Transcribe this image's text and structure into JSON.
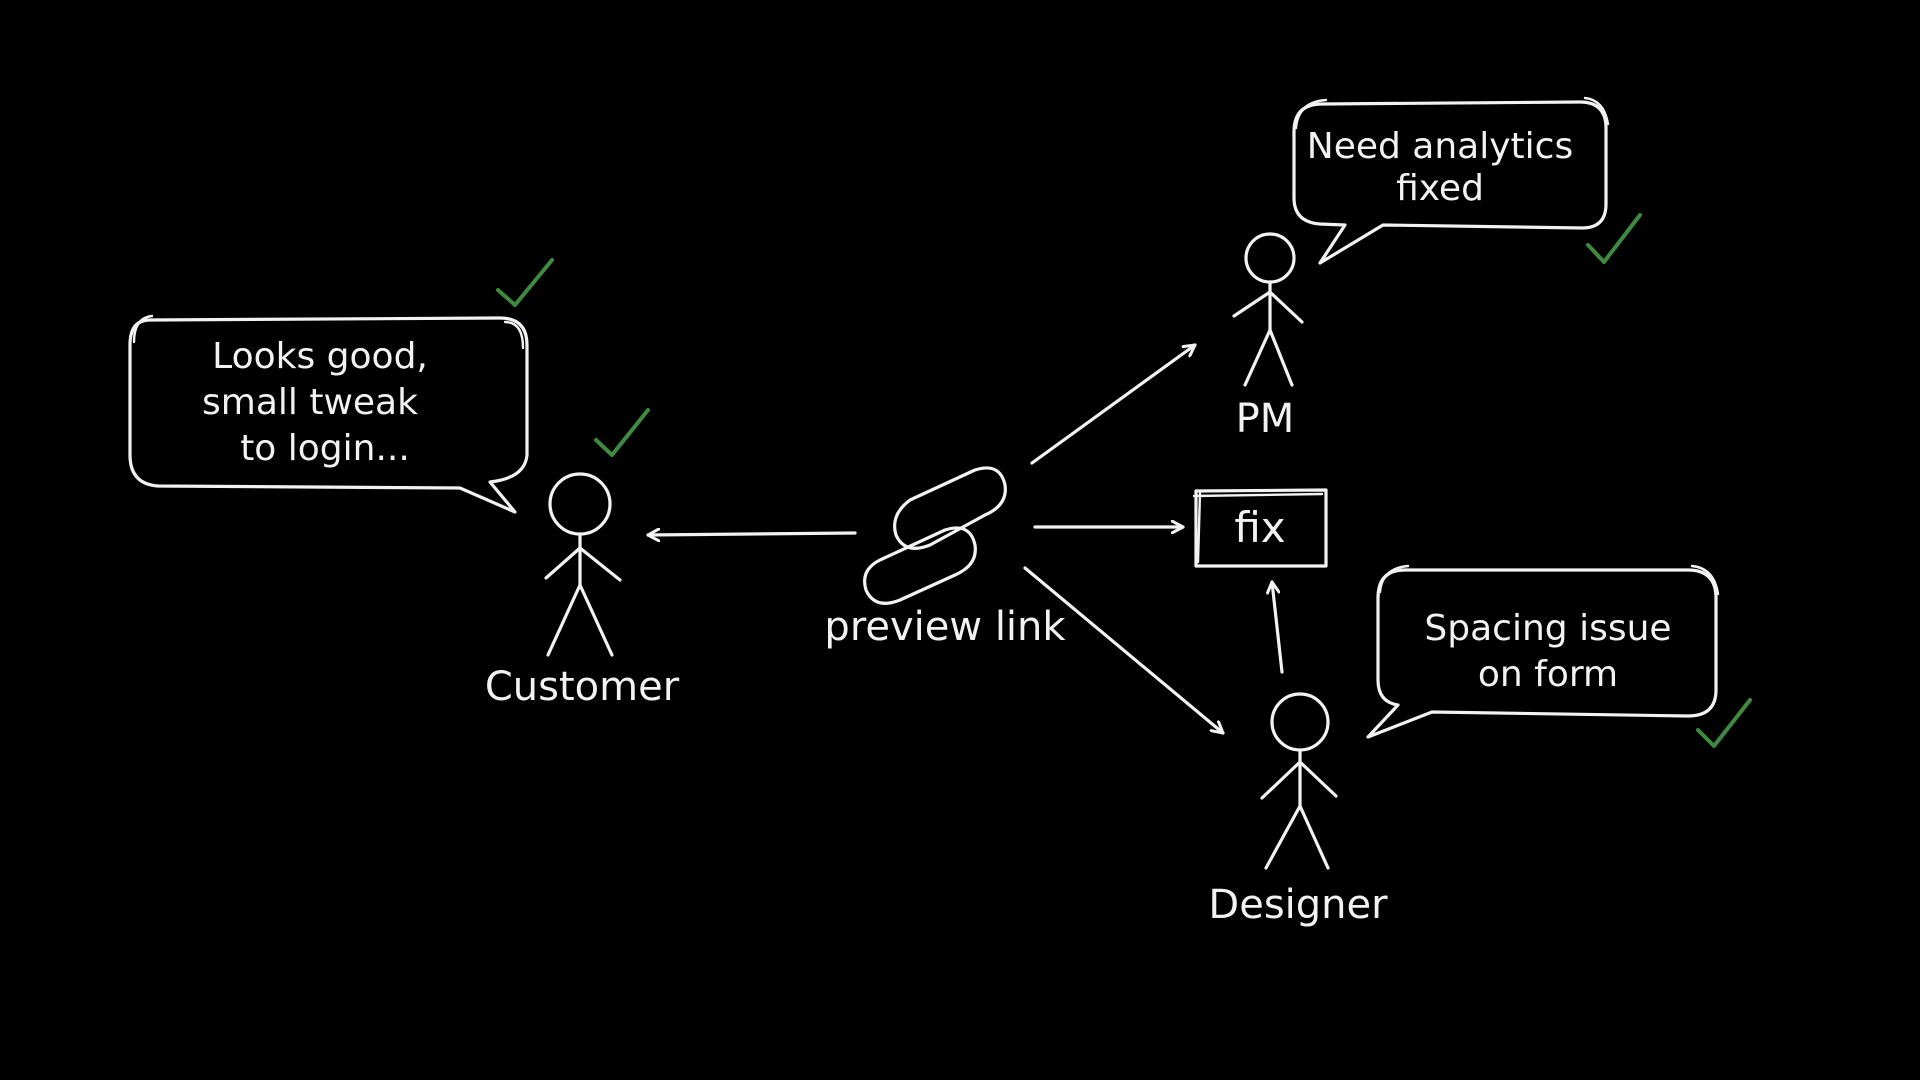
{
  "colors": {
    "background": "#000000",
    "ink": "#f2f2f2",
    "check": "#3f8a3f"
  },
  "actors": {
    "customer": {
      "label": "Customer"
    },
    "pm": {
      "label": "PM"
    },
    "designer": {
      "label": "Designer"
    }
  },
  "bubbles": {
    "customer": {
      "lines": [
        "Looks good,",
        "small tweak",
        "to login..."
      ]
    },
    "pm": {
      "lines": [
        "Need analytics",
        "fixed"
      ]
    },
    "designer": {
      "lines": [
        "Spacing issue",
        "on form"
      ]
    }
  },
  "center": {
    "icon": "link-icon",
    "label": "preview link"
  },
  "fix_box": {
    "label": "fix"
  },
  "icons": {
    "check": "check-icon",
    "link": "link-icon",
    "person": "stick-figure"
  }
}
